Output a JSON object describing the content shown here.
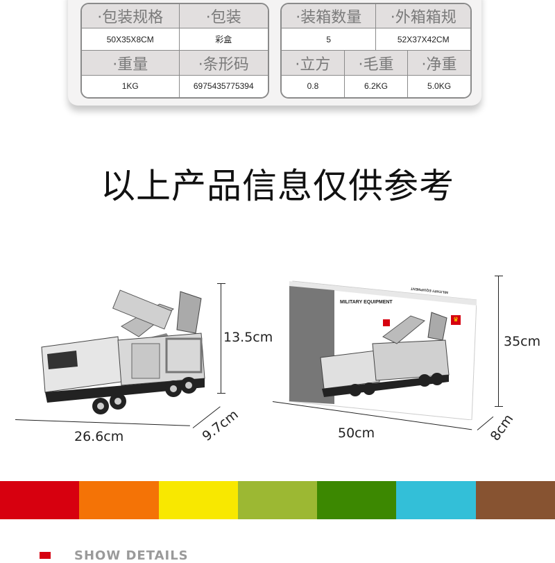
{
  "spec_table_left": {
    "rows": [
      {
        "headers": [
          "·包装规格",
          "·包装"
        ],
        "values": [
          "50X35X8CM",
          "彩盒"
        ]
      },
      {
        "headers": [
          "·重量",
          "·条形码"
        ],
        "values": [
          "1KG",
          "6975435775394"
        ]
      }
    ]
  },
  "spec_table_right": {
    "row1": {
      "headers": [
        "·装箱数量",
        "·外箱箱规"
      ],
      "values": [
        "5",
        "52X37X42CM"
      ]
    },
    "row2": {
      "headers": [
        "·立方",
        "·毛重",
        "·净重"
      ],
      "values": [
        "0.8",
        "6.2KG",
        "5.0KG"
      ]
    }
  },
  "headline": "以上产品信息仅供参考",
  "model_dimensions": {
    "length": "26.6cm",
    "width": "9.7cm",
    "height": "13.5cm"
  },
  "box_dimensions": {
    "length": "50cm",
    "width": "8cm",
    "height": "35cm"
  },
  "box_art": {
    "title": "MILITARY EQUIPMENT",
    "side_text": "MILITARY EQUIPMENT"
  },
  "color_swatches": [
    "#d7000f",
    "#f47306",
    "#f8e800",
    "#9cb833",
    "#3c8801",
    "#33bfd8",
    "#875331"
  ],
  "section_heading": "SHOW DETAILS",
  "accent_color": "#d6000f"
}
